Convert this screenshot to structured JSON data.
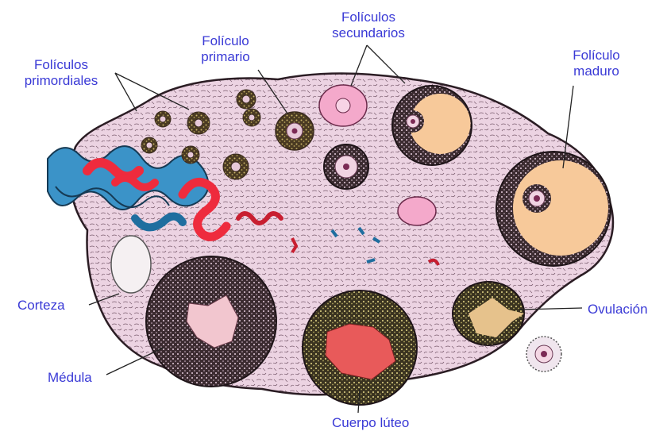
{
  "labels": {
    "primordial_l1": "Folículos",
    "primordial_l2": "primordiales",
    "primary_l1": "Folículo",
    "primary_l2": "primario",
    "secondary_l1": "Folículos",
    "secondary_l2": "secundarios",
    "mature_l1": "Folículo",
    "mature_l2": "maduro",
    "cortex": "Corteza",
    "ovulation": "Ovulación",
    "medulla": "Médula",
    "corpus_luteum": "Cuerpo lúteo"
  },
  "colors": {
    "label_text": "#3a3ad6",
    "stroma": "#ecd3e2",
    "antrum": "#f7c99a",
    "vein": "#3b93c8",
    "artery": "#ee2b3d",
    "granulosa_dark": "#3a2a1e",
    "corpus_luteum_core": "#e85a5a",
    "corpus_albicans": "#f0d8e8"
  }
}
